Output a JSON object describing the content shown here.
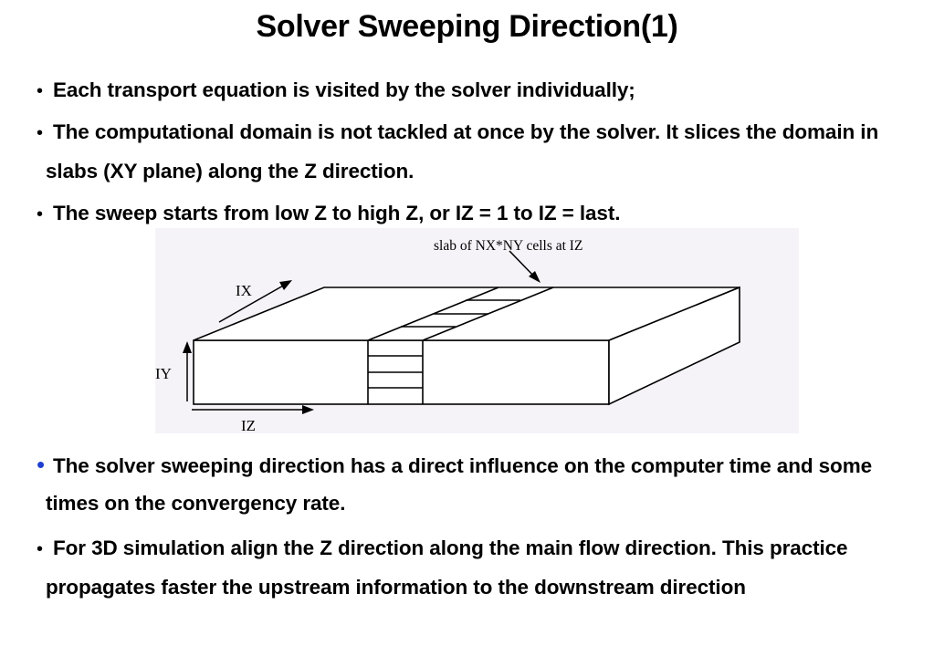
{
  "title": "Solver Sweeping Direction(1)",
  "bullets": [
    "Each transport equation is visited by the solver individually;",
    "The computational domain is not tackled at once by the solver. It slices the domain in slabs (XY plane) along the Z direction.",
    "The sweep starts from low Z to high Z, or IZ = 1 to IZ = last.",
    "The solver sweeping direction has a direct influence on the computer time and some times on the convergency rate.",
    "For 3D simulation align the Z direction along the main flow direction. This practice propagates faster the upstream information to the downstream direction"
  ],
  "bullet_symbol": "•",
  "colors": {
    "text": "#000000",
    "accent_bullet": "#1f3fd1"
  },
  "figure": {
    "slab_label": "slab of NX*NY cells at IZ",
    "ix_label": "IX",
    "iy_label": "IY",
    "iz_label": "IZ"
  }
}
